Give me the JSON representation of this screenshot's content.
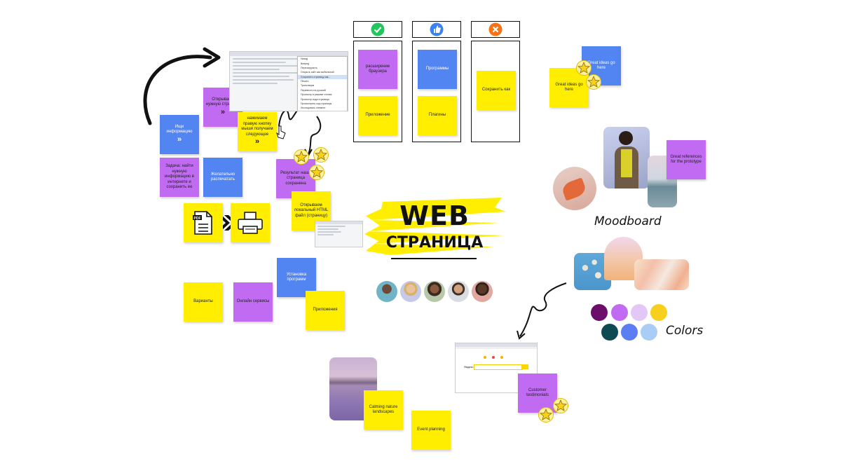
{
  "title": {
    "line1": "WEB",
    "line2": "СТРАНИЦА"
  },
  "notes": {
    "search": "Ищи информацию",
    "open_page": "Открываем нужную страницу",
    "right_click": "нажимаем правую кнопку мыши получаем следующее",
    "task": "Задача: найти нужную информацию в интернете и сохранить ее",
    "desirable_print": "Желательно распечатать",
    "result": "Результат наша страница сохранена",
    "open_local": "Открываем локальный HTML файл (страницу)",
    "variants": "Варианты",
    "online": "Онлайн сервисы",
    "install": "Установка программ",
    "apps": "Приложения",
    "great_ideas_1": "Great ideas go here",
    "great_ideas_2": "Great ideas go here",
    "great_refs": "Great references for the prototype",
    "customer": "Customer testimonials",
    "calming": "Calming nature landscapes",
    "event": "Event planning"
  },
  "columns": [
    {
      "icon": "check-icon",
      "notes": [
        "расширение браузера",
        "Приложение"
      ]
    },
    {
      "icon": "thumbs-up-icon",
      "notes": [
        "Программы",
        "Плагины"
      ]
    },
    {
      "icon": "cross-icon",
      "notes": [
        "Сохранить как"
      ]
    }
  ],
  "context_menu": [
    "Назад",
    "Вперед",
    "Перезагрузить",
    "Открыть сайт как мобильный",
    "Сохранить страницу как...",
    "Печать",
    "Трансляция",
    "Перевести на русский",
    "Просмотр в режиме чтения",
    "Просмотр кода страницы",
    "Просмотреть код страницы",
    "Исследовать элемент"
  ],
  "labels": {
    "moodboard": "Moodboard",
    "colors": "Colors"
  },
  "colors": [
    "#6b0d6b",
    "#c06bf2",
    "#e2c7f7",
    "#f7cf1d",
    "#0d4a52",
    "#5b7ff2",
    "#a9cdf4"
  ],
  "browser": {
    "logo": "Яндекс"
  }
}
